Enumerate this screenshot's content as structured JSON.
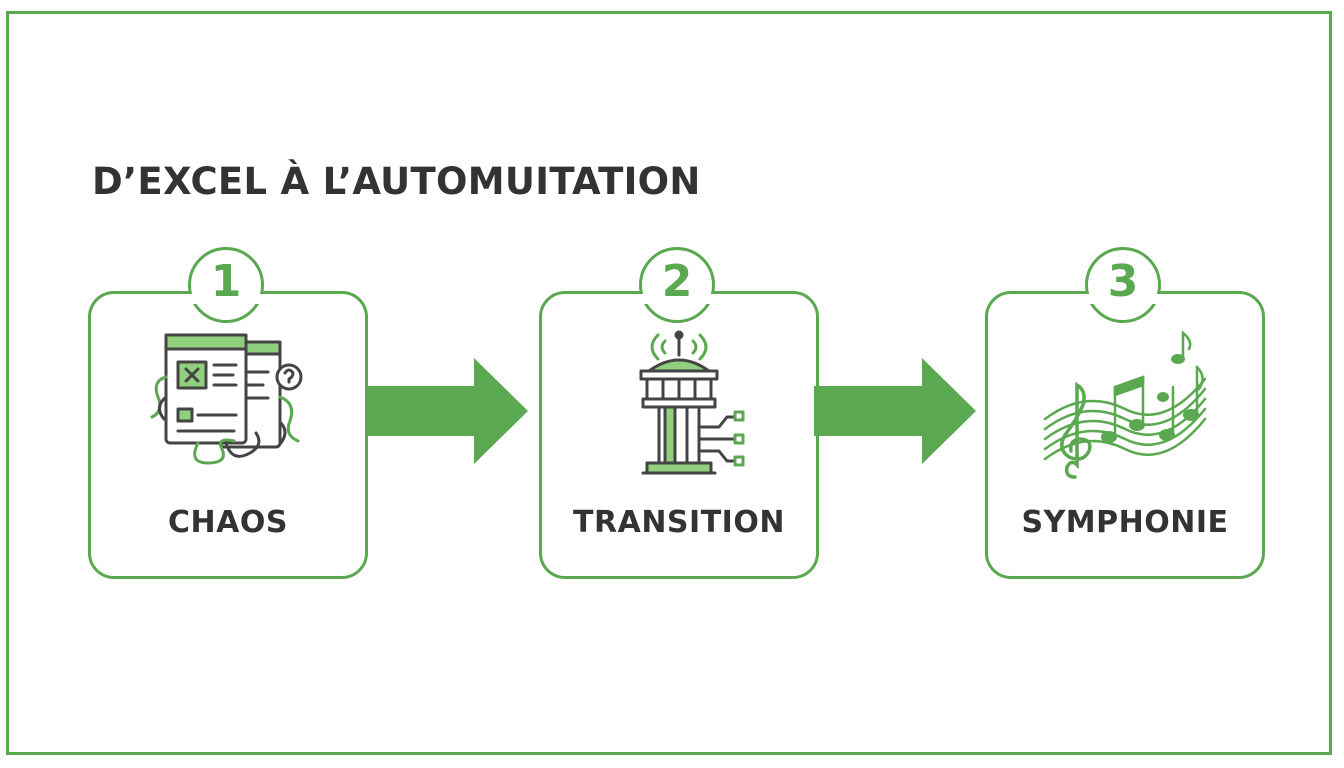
{
  "title": "D’EXCEL À L’AUTOMUITATION",
  "colors": {
    "accent": "#5aa84f",
    "accent_light": "#8fcf7e",
    "text": "#333333",
    "border": "#5aa84f"
  },
  "steps": [
    {
      "number": "1",
      "label": "CHAOS",
      "icon": "spreadsheet-chaos-icon"
    },
    {
      "number": "2",
      "label": "TRANSITION",
      "icon": "control-tower-icon"
    },
    {
      "number": "3",
      "label": "SYMPHONIE",
      "icon": "music-notes-icon"
    }
  ]
}
